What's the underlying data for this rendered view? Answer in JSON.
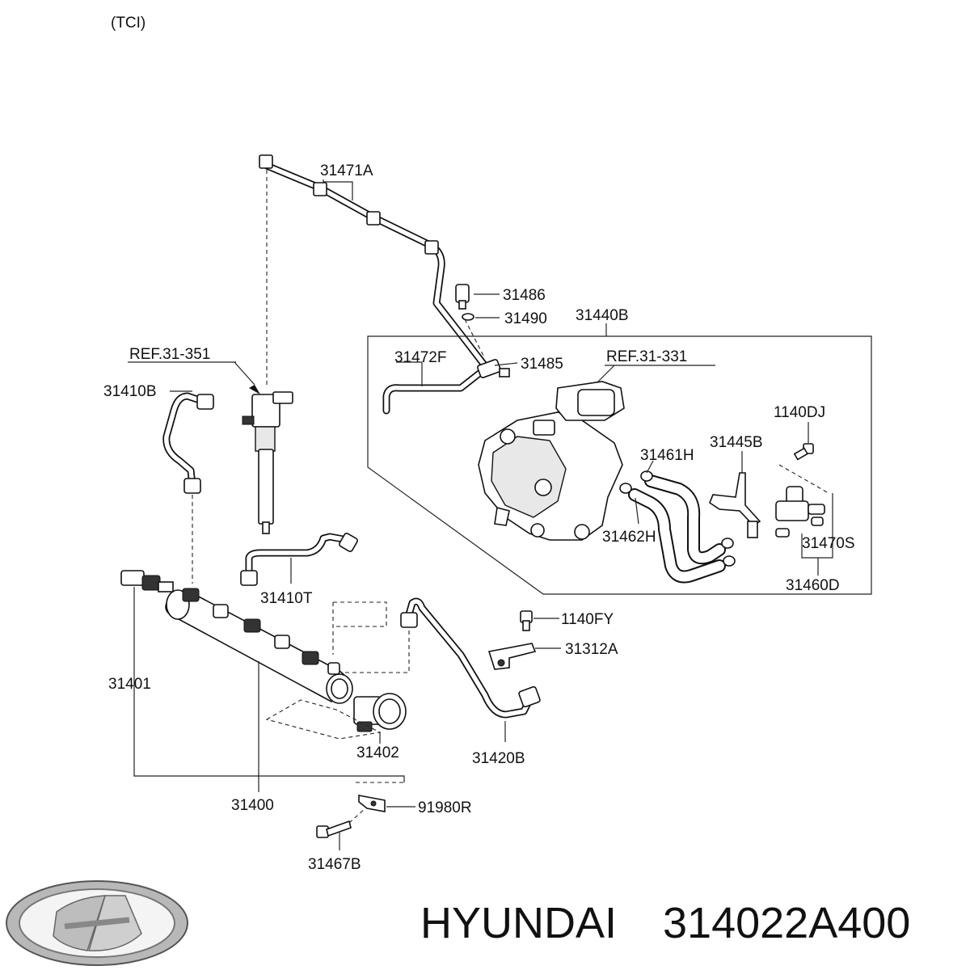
{
  "header": {
    "variant": "(TCI)"
  },
  "brand": {
    "name": "HYUNDAI",
    "part_number": "314022A400",
    "logo": "hyundai-logo"
  },
  "labels": {
    "l31471A": "31471A",
    "l31486": "31486",
    "l31490": "31490",
    "l31440B": "31440B",
    "lref351": "REF.31-351",
    "l31472F": "31472F",
    "l31485": "31485",
    "lref331": "REF.31-331",
    "l31410B": "31410B",
    "l1140DJ": "1140DJ",
    "l31461H": "31461H",
    "l31445B": "31445B",
    "l31462H": "31462H",
    "l31470S": "31470S",
    "l31460D": "31460D",
    "l31410T": "31410T",
    "l1140FY": "1140FY",
    "l31312A": "31312A",
    "l31401": "31401",
    "l31402": "31402",
    "l31420B": "31420B",
    "l31400": "31400",
    "l91980R": "91980R",
    "l31467B": "31467B"
  }
}
